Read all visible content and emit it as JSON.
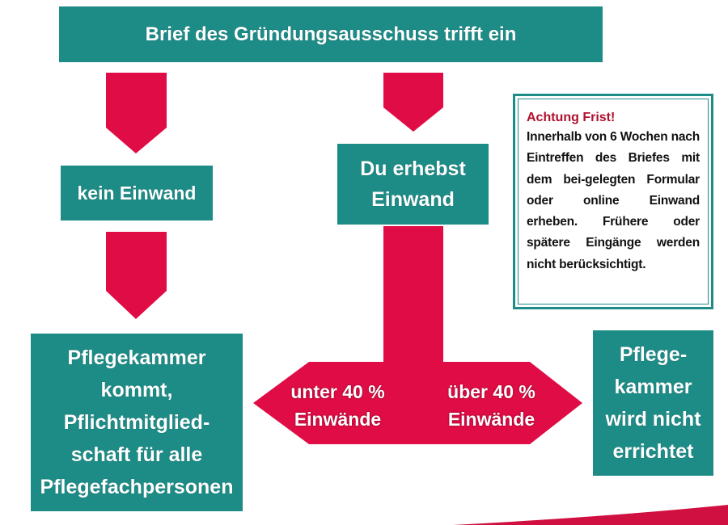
{
  "title": "Brief des Gründungsausschuss trifft ein",
  "left_step": "kein Einwand",
  "right_step": "Du erhebst Einwand",
  "result_left": "Pflegekammer kommt, Pflichtmitglied-schaft für alle Pflegefachpersonen",
  "result_right": "Pflege-kammer wird nicht errichtet",
  "branch_left": [
    "unter 40 %",
    "Einwände"
  ],
  "branch_right": [
    "über 40 %",
    "Einwände"
  ],
  "notice": {
    "title": "Achtung Frist!",
    "body": "Innerhalb von 6 Wochen nach Eintreffen des Briefes mit dem bei-gelegten Formular oder online Einwand erheben. Frühere oder spätere Eingänge werden nicht berücksichtigt."
  },
  "colors": {
    "teal": "#1d8b86",
    "red": "#e00c45"
  }
}
